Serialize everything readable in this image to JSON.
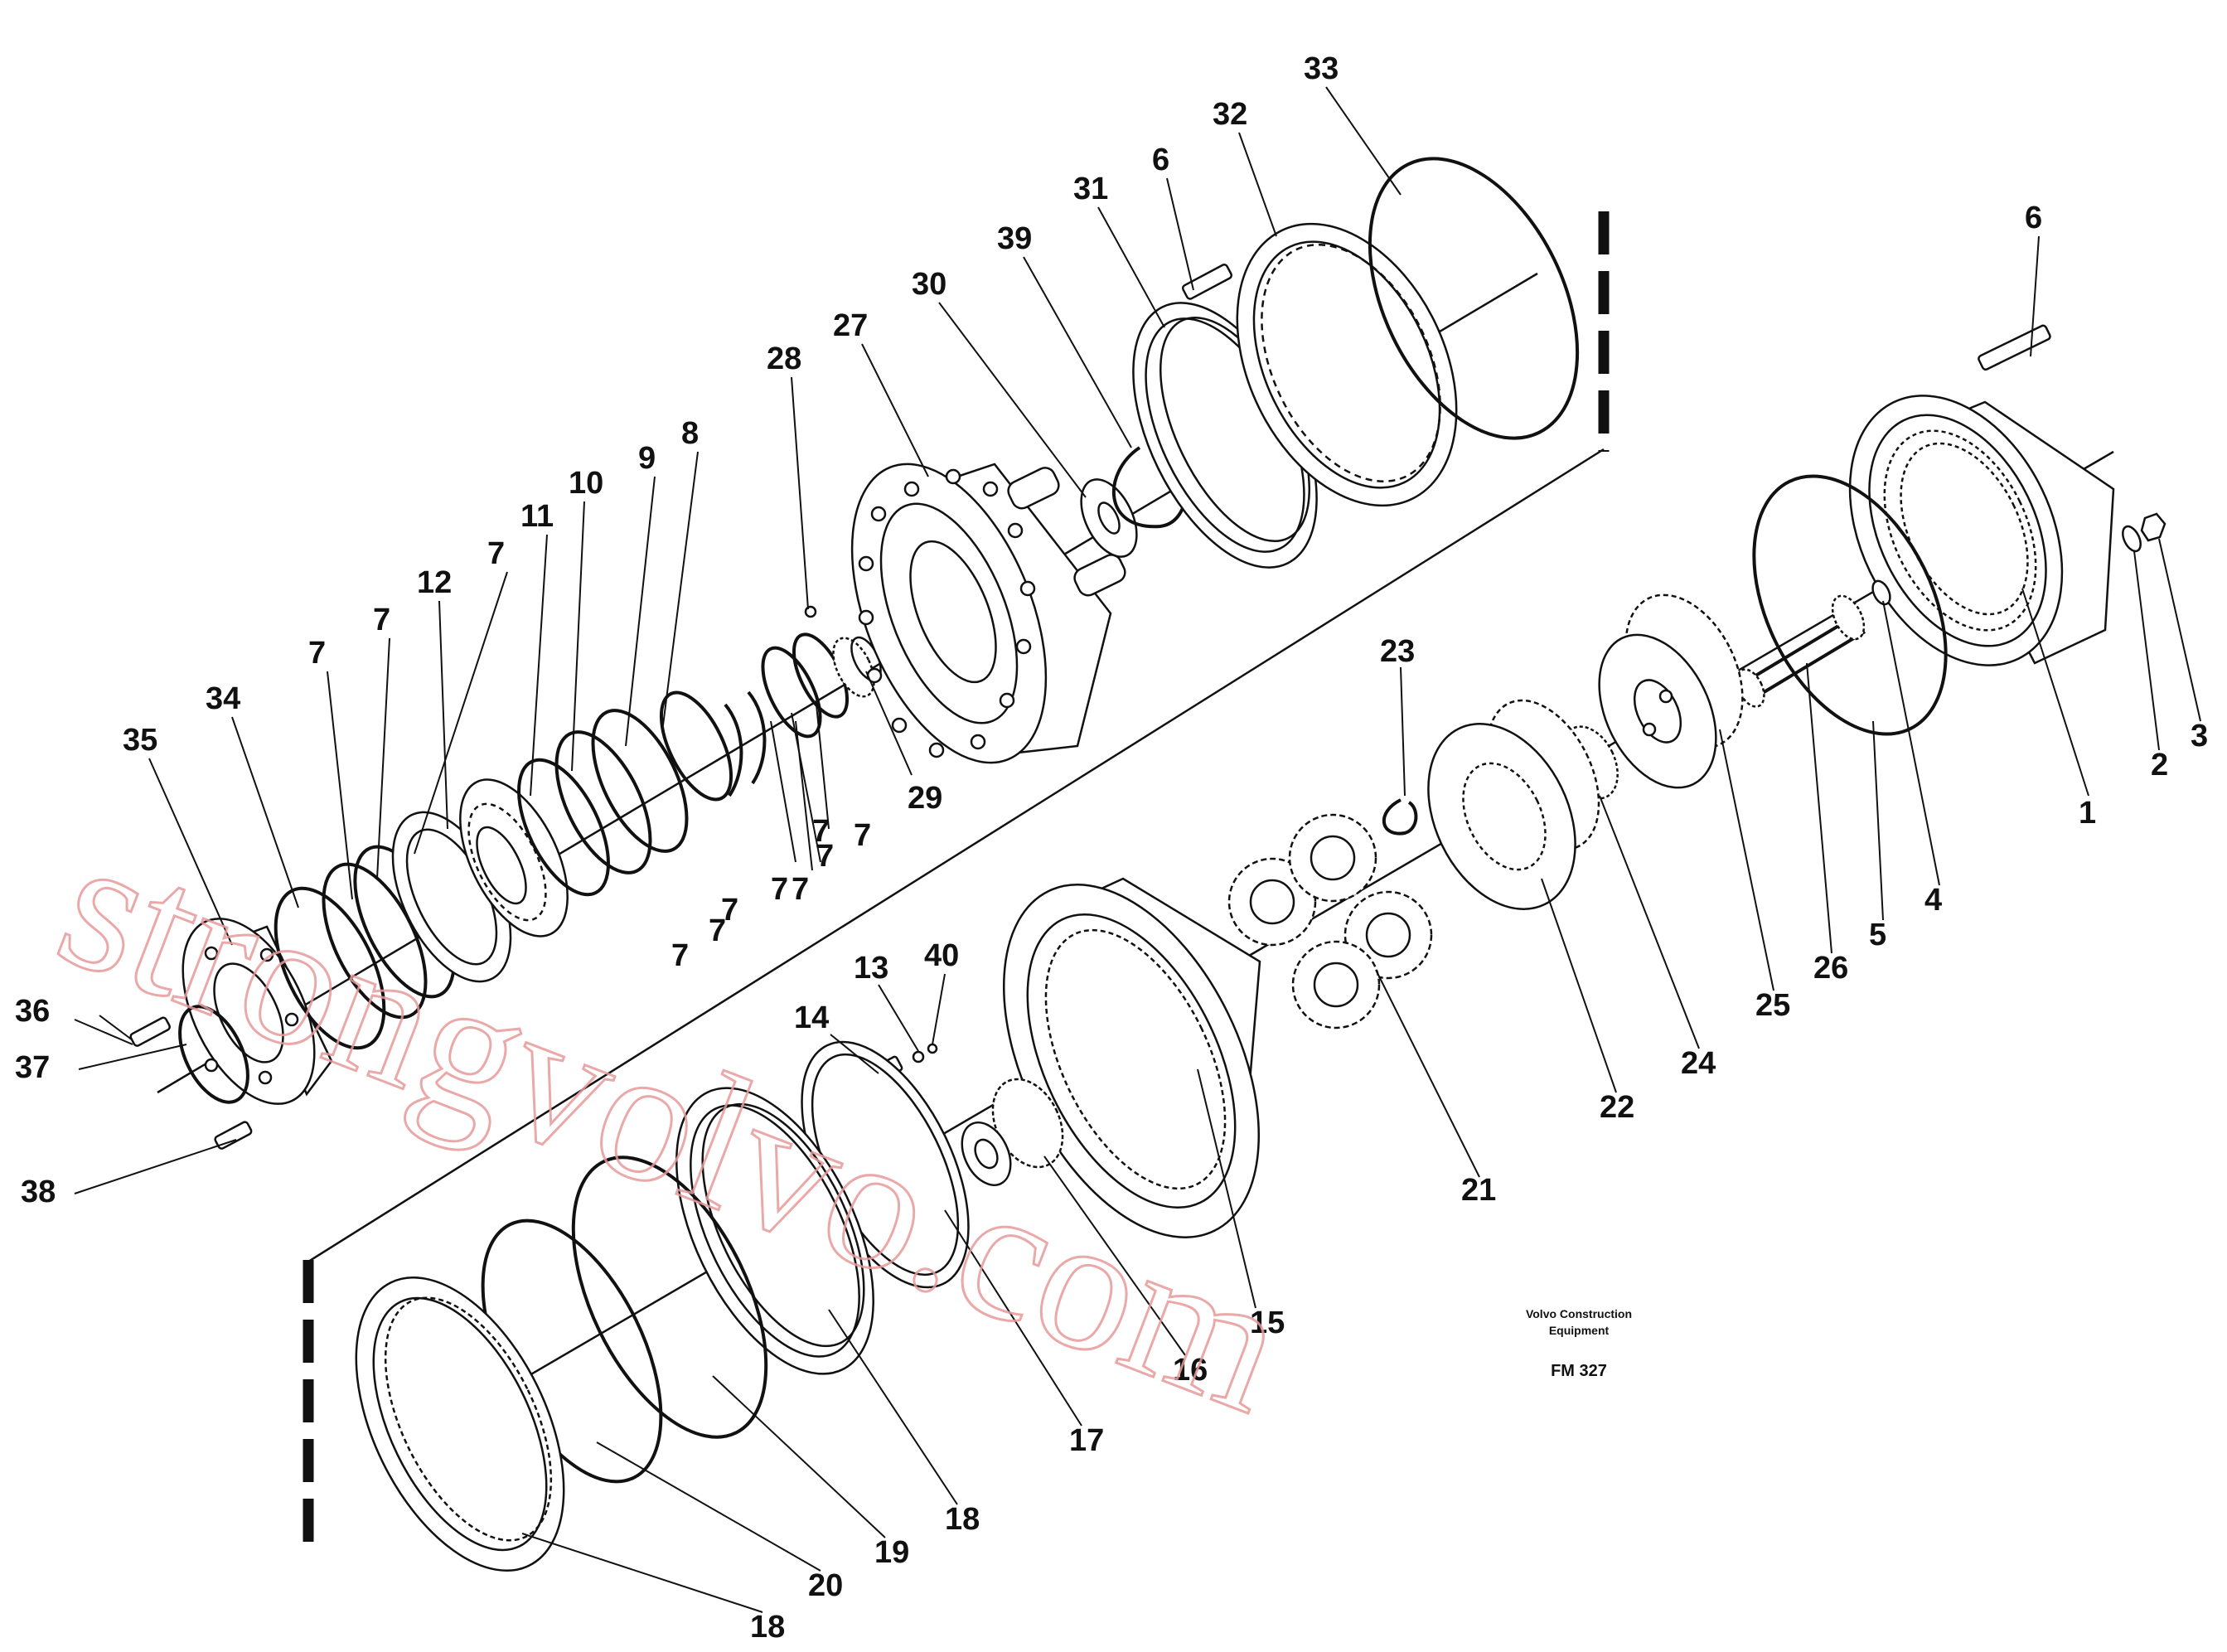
{
  "diagram": {
    "credit_line1": "Volvo Construction",
    "credit_line2": "Equipment",
    "figure_code": "FM 327",
    "watermark": "strongvolvo.com",
    "callouts": [
      "33",
      "32",
      "6",
      "31",
      "39",
      "30",
      "27",
      "28",
      "6",
      "10",
      "11",
      "9",
      "8",
      "12",
      "7",
      "7",
      "7",
      "7",
      "34",
      "35",
      "29",
      "7",
      "7",
      "7",
      "7",
      "7",
      "7",
      "7",
      "36",
      "37",
      "38",
      "14",
      "13",
      "40",
      "23",
      "22",
      "21",
      "1",
      "2",
      "3",
      "4",
      "5",
      "26",
      "25",
      "24",
      "15",
      "16",
      "17",
      "18",
      "19",
      "20",
      "18"
    ]
  }
}
